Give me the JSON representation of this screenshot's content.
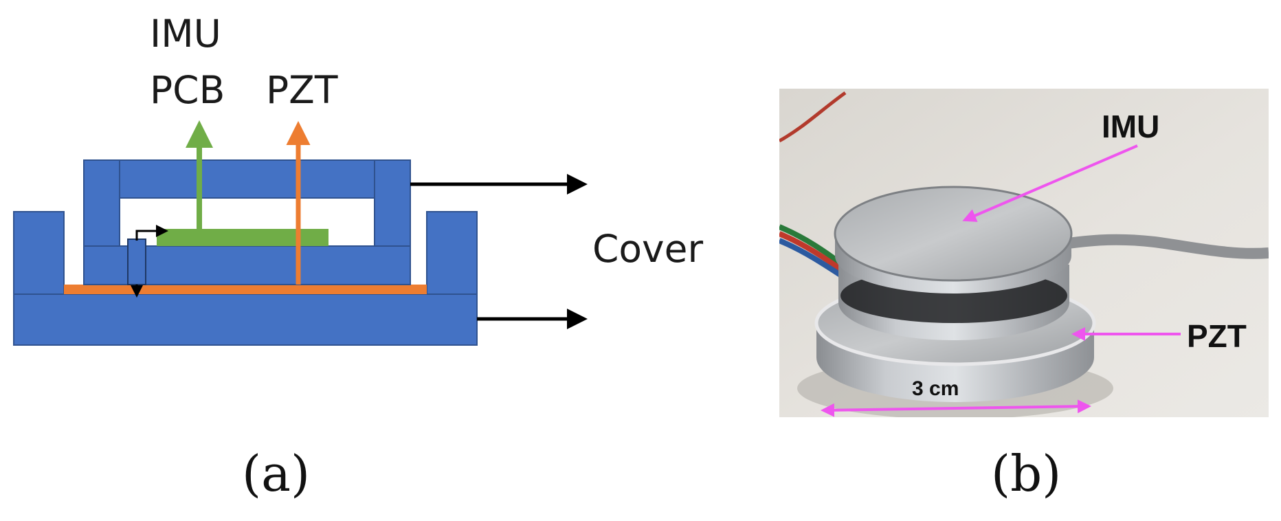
{
  "panel_a": {
    "labels": {
      "imu": "IMU",
      "pcb": "PCB",
      "pzt": "PZT",
      "cover": "Cover"
    },
    "caption": "(a)"
  },
  "panel_b": {
    "labels": {
      "imu": "IMU",
      "pzt": "PZT",
      "dimension": "3 cm"
    },
    "caption": "(b)"
  },
  "colors": {
    "housing": "#4472c4",
    "housing_stroke": "#2f528f",
    "pcb": "#70ad47",
    "pzt": "#ed7d31",
    "arrow": "#000000",
    "annotation": "#ee55ee"
  }
}
